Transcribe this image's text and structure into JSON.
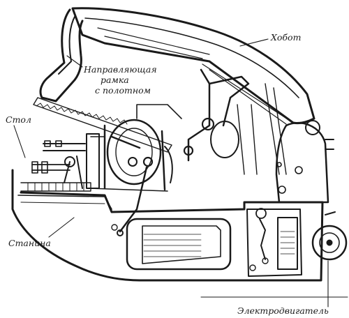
{
  "figure": {
    "labels": {
      "khobot": "Хобот",
      "frame_line1": "Направляющая",
      "frame_line2": "рамка",
      "frame_line3": "с полотном",
      "stol": "Стол",
      "stanina": "Станина",
      "motor": "Электродвигатель"
    },
    "colors": {
      "ink": "#1a1a1a",
      "paper": "#ffffff"
    }
  }
}
